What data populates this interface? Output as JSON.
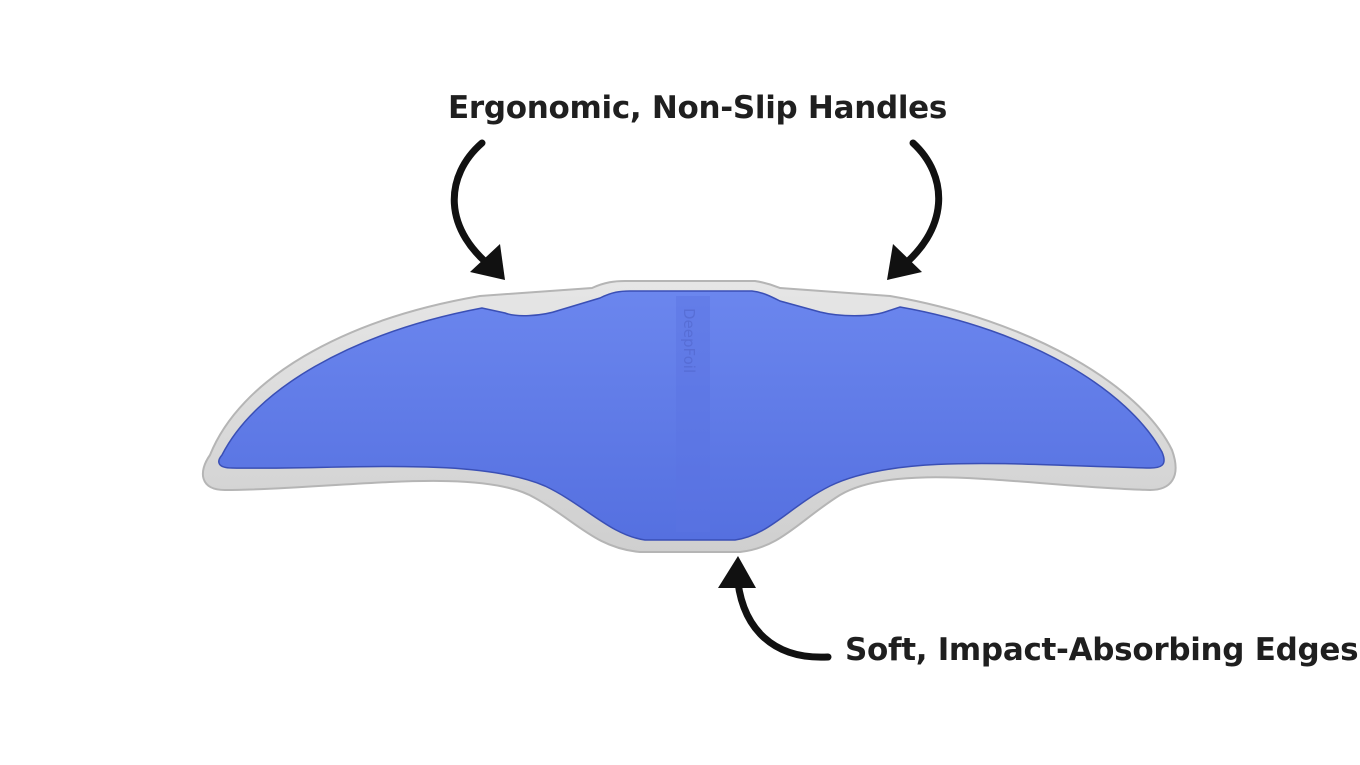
{
  "callouts": {
    "top_label": "Ergonomic, Non-Slip Handles",
    "bottom_label": "Soft, Impact-Absorbing Edges"
  },
  "product": {
    "brand_mark": "DeepFoil",
    "colors": {
      "body": "#5f7be8",
      "body_shade": "#4f66d6",
      "bumper": "#d9d9d9",
      "bumper_edge": "#b9b9b9",
      "arrow": "#111111"
    }
  }
}
